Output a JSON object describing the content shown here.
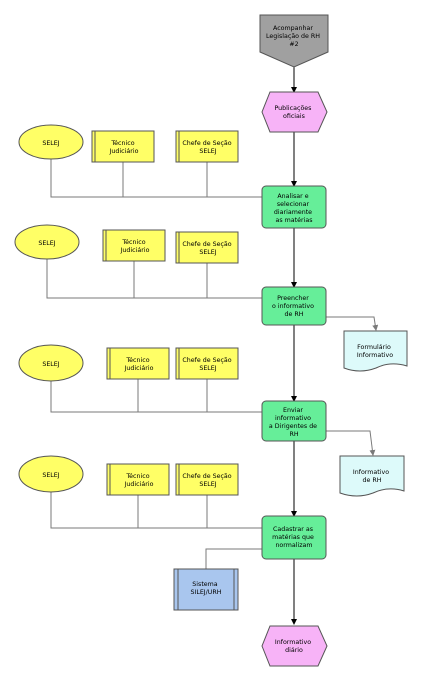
{
  "start_event": {
    "lines": [
      "Acompanhar",
      "Legislação de RH",
      "#2"
    ]
  },
  "event_publications": {
    "lines": [
      "Publicações",
      "oficiais"
    ]
  },
  "process_1": {
    "function": {
      "lines": [
        "Analisar e",
        "selecionar",
        "diariamente",
        "as matérias"
      ]
    },
    "actor_unit": {
      "lines": [
        "SELEJ"
      ]
    },
    "actor_technician": {
      "lines": [
        "Técnico",
        "Judiciário"
      ]
    },
    "actor_chief": {
      "lines": [
        "Chefe de Seção",
        "SELEJ"
      ]
    }
  },
  "process_2": {
    "function": {
      "lines": [
        "Preencher",
        "o informativo",
        "de RH"
      ]
    },
    "actor_unit": {
      "lines": [
        "SELEJ"
      ]
    },
    "actor_technician": {
      "lines": [
        "Técnico",
        "Judiciário"
      ]
    },
    "actor_chief": {
      "lines": [
        "Chefe de Seção",
        "SELEJ"
      ]
    },
    "document": {
      "lines": [
        "Formulário",
        "Informativo"
      ]
    }
  },
  "process_3": {
    "function": {
      "lines": [
        "Enviar",
        "informativo",
        "a Dirigentes de",
        "RH"
      ]
    },
    "actor_unit": {
      "lines": [
        "SELEJ"
      ]
    },
    "actor_technician": {
      "lines": [
        "Técnico",
        "Judiciário"
      ]
    },
    "actor_chief": {
      "lines": [
        "Chefe de Seção",
        "SELEJ"
      ]
    },
    "document": {
      "lines": [
        "Informativo",
        "de RH"
      ]
    }
  },
  "process_4": {
    "function": {
      "lines": [
        "Cadastrar as",
        "matérias que",
        "normalizam"
      ]
    },
    "actor_unit": {
      "lines": [
        "SELEJ"
      ]
    },
    "actor_technician": {
      "lines": [
        "Técnico",
        "Judiciário"
      ]
    },
    "actor_chief": {
      "lines": [
        "Chefe de Seção",
        "SELEJ"
      ]
    },
    "system": {
      "lines": [
        "Sistema",
        "SILEJ/URH"
      ]
    }
  },
  "end_event": {
    "lines": [
      "Informativo",
      "diário"
    ]
  },
  "colors": {
    "function_fill": "#66ee99",
    "event_fill": "#f7b3f7",
    "org_unit_fill": "#ffff66",
    "role_fill": "#ffff66",
    "document_fill": "#ddfafa",
    "system_fill": "#a9c6ee",
    "start_fill": "#a0a0a0",
    "line": "#7a7a7a"
  }
}
